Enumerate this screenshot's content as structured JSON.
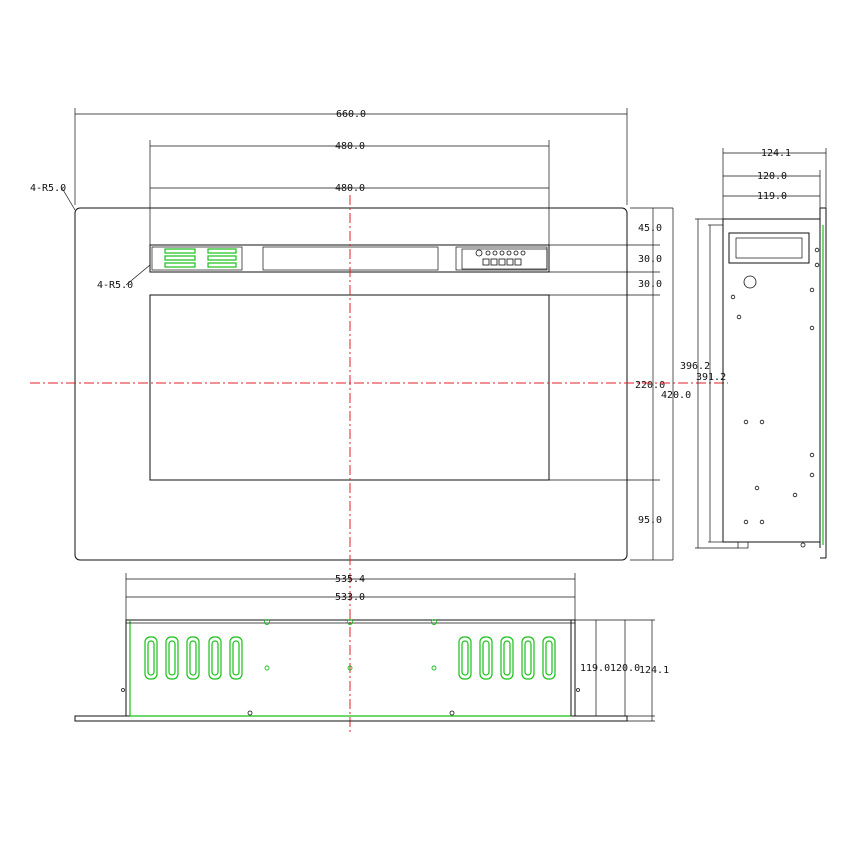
{
  "front_view": {
    "overall_width": "660.0",
    "opening_width_outer": "480.0",
    "opening_width_inner": "480.0",
    "corner_radius_outer": "4-R5.0",
    "corner_radius_panel": "4-R5.0",
    "top_margin": "45.0",
    "control_band": "30.0",
    "gap_band": "30.0",
    "viewing_height": "220.0",
    "bottom_margin": "95.0",
    "overall_height": "420.0"
  },
  "side_view": {
    "depth_overall": "124.1",
    "depth_body": "120.0",
    "depth_inner": "119.0",
    "height_outer": "396.2",
    "height_inner": "391.2"
  },
  "bottom_view": {
    "width_outer": "535.4",
    "width_inner": "533.0",
    "height_inner": "119.0",
    "height_body": "120.0",
    "height_overall": "124.1"
  },
  "colors": {
    "centerline": "#e0202a",
    "vent_outline": "#18c018",
    "drawing_line": "#111111"
  }
}
